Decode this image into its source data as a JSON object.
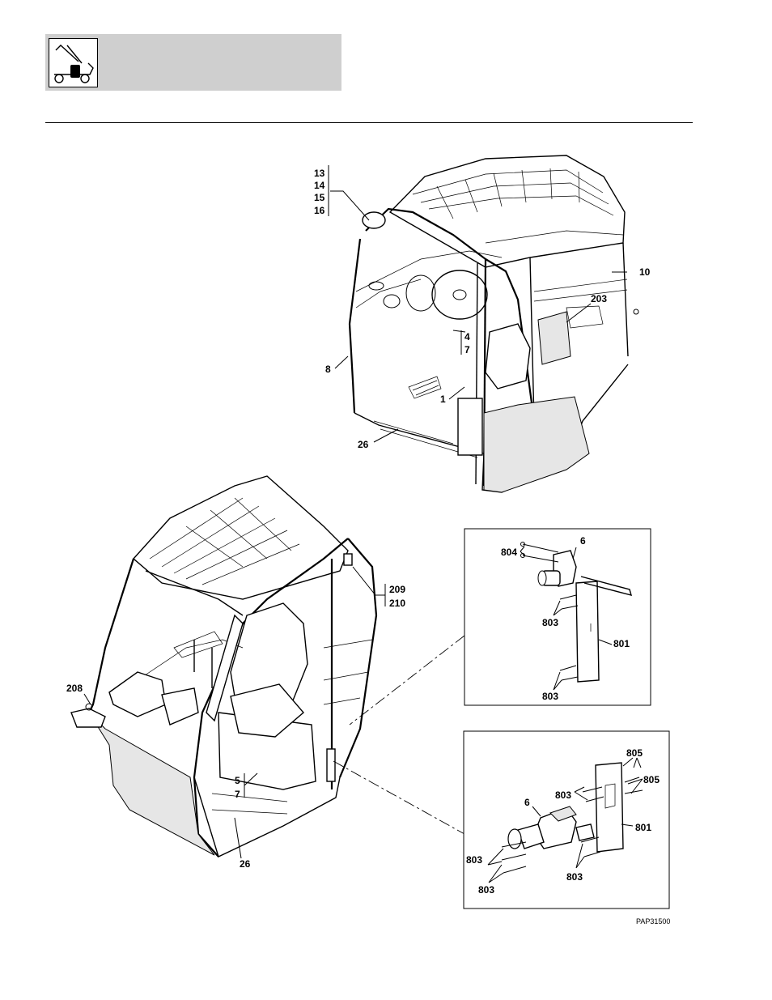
{
  "header": {
    "icon": "telehandler-icon"
  },
  "callouts": {
    "c13": "13",
    "c14": "14",
    "c15": "15",
    "c16": "16",
    "c10": "10",
    "c203": "203",
    "c4": "4",
    "c7a": "7",
    "c8": "8",
    "c1": "1",
    "c26a": "26",
    "c209": "209",
    "c210": "210",
    "c208": "208",
    "c5": "5",
    "c7b": "7",
    "c26b": "26"
  },
  "detail_a": {
    "c6": "6",
    "c804": "804",
    "c803a": "803",
    "c801": "801",
    "c803b": "803"
  },
  "detail_b": {
    "c805a": "805",
    "c805b": "805",
    "c803a": "803",
    "c6": "6",
    "c801": "801",
    "c803b": "803",
    "c803c": "803",
    "c803d": "803"
  },
  "figure_id": "PAP31500"
}
